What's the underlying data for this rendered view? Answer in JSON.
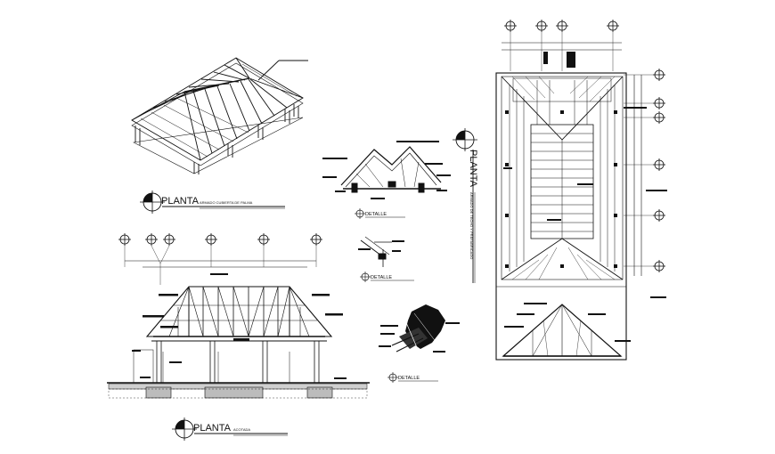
{
  "drawing": {
    "background": "#ffffff",
    "line_color": "#111111",
    "views": {
      "plan_roof_structure": {
        "title": "PLANTA",
        "subtitle": "ARMADO CUBIERTA DE PALMA"
      },
      "plan_elevation": {
        "title": "PLANTA",
        "subtitle": "ACOTADA"
      },
      "plan_wood_structure": {
        "title": "PLANTA",
        "subtitle": "ARMADO DE TECHO Y PREFABRICADO"
      },
      "detail_truss": {
        "title": "DETALLE"
      },
      "detail_connection": {
        "title": "DETALLE"
      },
      "detail_knot": {
        "title": "DETALLE"
      }
    }
  }
}
